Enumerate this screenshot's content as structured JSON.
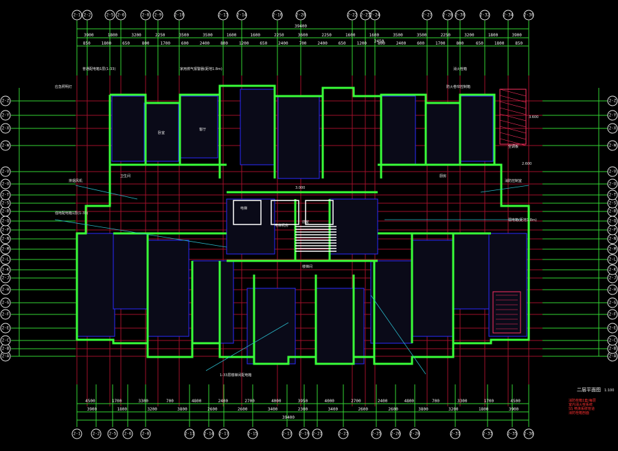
{
  "drawing": {
    "title": "二层平面图",
    "scale": "1:100",
    "total_dim_top": "39400",
    "total_dim_bottom": "39400",
    "center_dim_top": "2450",
    "legend_lines": [
      "消防栓箱1套/每层",
      "室内消火栓系统",
      "SS 喷淋系统管道",
      "消防栓箱剖面"
    ]
  },
  "top_axes": [
    "2-1",
    "2-2",
    "2-5",
    "2-6",
    "2-8",
    "2-9",
    "2-10",
    "2-13",
    "2-14",
    "2-16",
    "2-20",
    "2-22",
    "2-23",
    "2-24",
    "2-27",
    "2-28",
    "2-30",
    "2-32",
    "2-34",
    "2-36"
  ],
  "bottom_axes": [
    "2-1",
    "2-2",
    "2-5",
    "2-6",
    "2-8",
    "2-11",
    "2-14",
    "2-17",
    "2-15",
    "2-17",
    "2-19",
    "2-21",
    "2-23",
    "2-25",
    "2-26",
    "2-28",
    "2-31",
    "2-33",
    "2-35",
    "2-36"
  ],
  "left_axes": [
    "2-A",
    "2-B",
    "2-C",
    "2-E",
    "2-F",
    "2-G",
    "2-H",
    "2-J",
    "2-K",
    "2-L",
    "2-M",
    "2-N",
    "2-P",
    "2-Q",
    "2-R",
    "2-S",
    "2-T",
    "2-U",
    "2-V",
    "2-W",
    "2-X",
    "2-Y",
    "2-Z"
  ],
  "right_axes": [
    "2-A",
    "2-B",
    "2-C",
    "2-E",
    "2-F",
    "2-G",
    "2-H",
    "2-J",
    "2-K",
    "2-L",
    "2-M",
    "2-N",
    "2-P",
    "2-Q",
    "2-R",
    "2-S",
    "2-T",
    "2-U",
    "2-V",
    "2-W",
    "2-X",
    "2-Y",
    "2-Z"
  ],
  "top_dims_row1": [
    "3900",
    "1800",
    "3200",
    "2250",
    "3500",
    "3500",
    "1600",
    "1600",
    "2250",
    "3600",
    "2250",
    "1600",
    "1600",
    "3500",
    "3500",
    "2250",
    "3200",
    "1800",
    "3900"
  ],
  "top_dims_row2": [
    "850",
    "1800",
    "650",
    "800",
    "1700",
    "600",
    "2400",
    "800",
    "1200",
    "650",
    "2400",
    "700",
    "2400",
    "650",
    "1200",
    "800",
    "2400",
    "600",
    "1700",
    "800",
    "650",
    "1800",
    "850"
  ],
  "bottom_dims_row1": [
    "4500",
    "1700",
    "3300",
    "700",
    "4800",
    "2400",
    "2700",
    "4000",
    "3950",
    "4000",
    "2700",
    "2400",
    "4800",
    "700",
    "3300",
    "1700",
    "4500"
  ],
  "bottom_dims_row2": [
    "3900",
    "1800",
    "3200",
    "3800",
    "2600",
    "2600",
    "3400",
    "2300",
    "3400",
    "2600",
    "2600",
    "3800",
    "3200",
    "1800",
    "3900"
  ],
  "annotations": [
    "普通配电箱1层(1-33)",
    "家用燃气报警器(距地1.8m)",
    "消火栓箱",
    "应急照明灯",
    "防火卷帘控制箱",
    "强电配电箱1层(1-33)",
    "弱电箱(距地1.8m)",
    "排烟风机",
    "消防控制室",
    "1-33层楼梯间配电箱",
    "电梯机房",
    "卫生间",
    "厨房",
    "卧室",
    "客厅",
    "前室",
    "楼梯间",
    "电梯",
    "空调板",
    "3.600",
    "3.000",
    "2.600"
  ]
}
